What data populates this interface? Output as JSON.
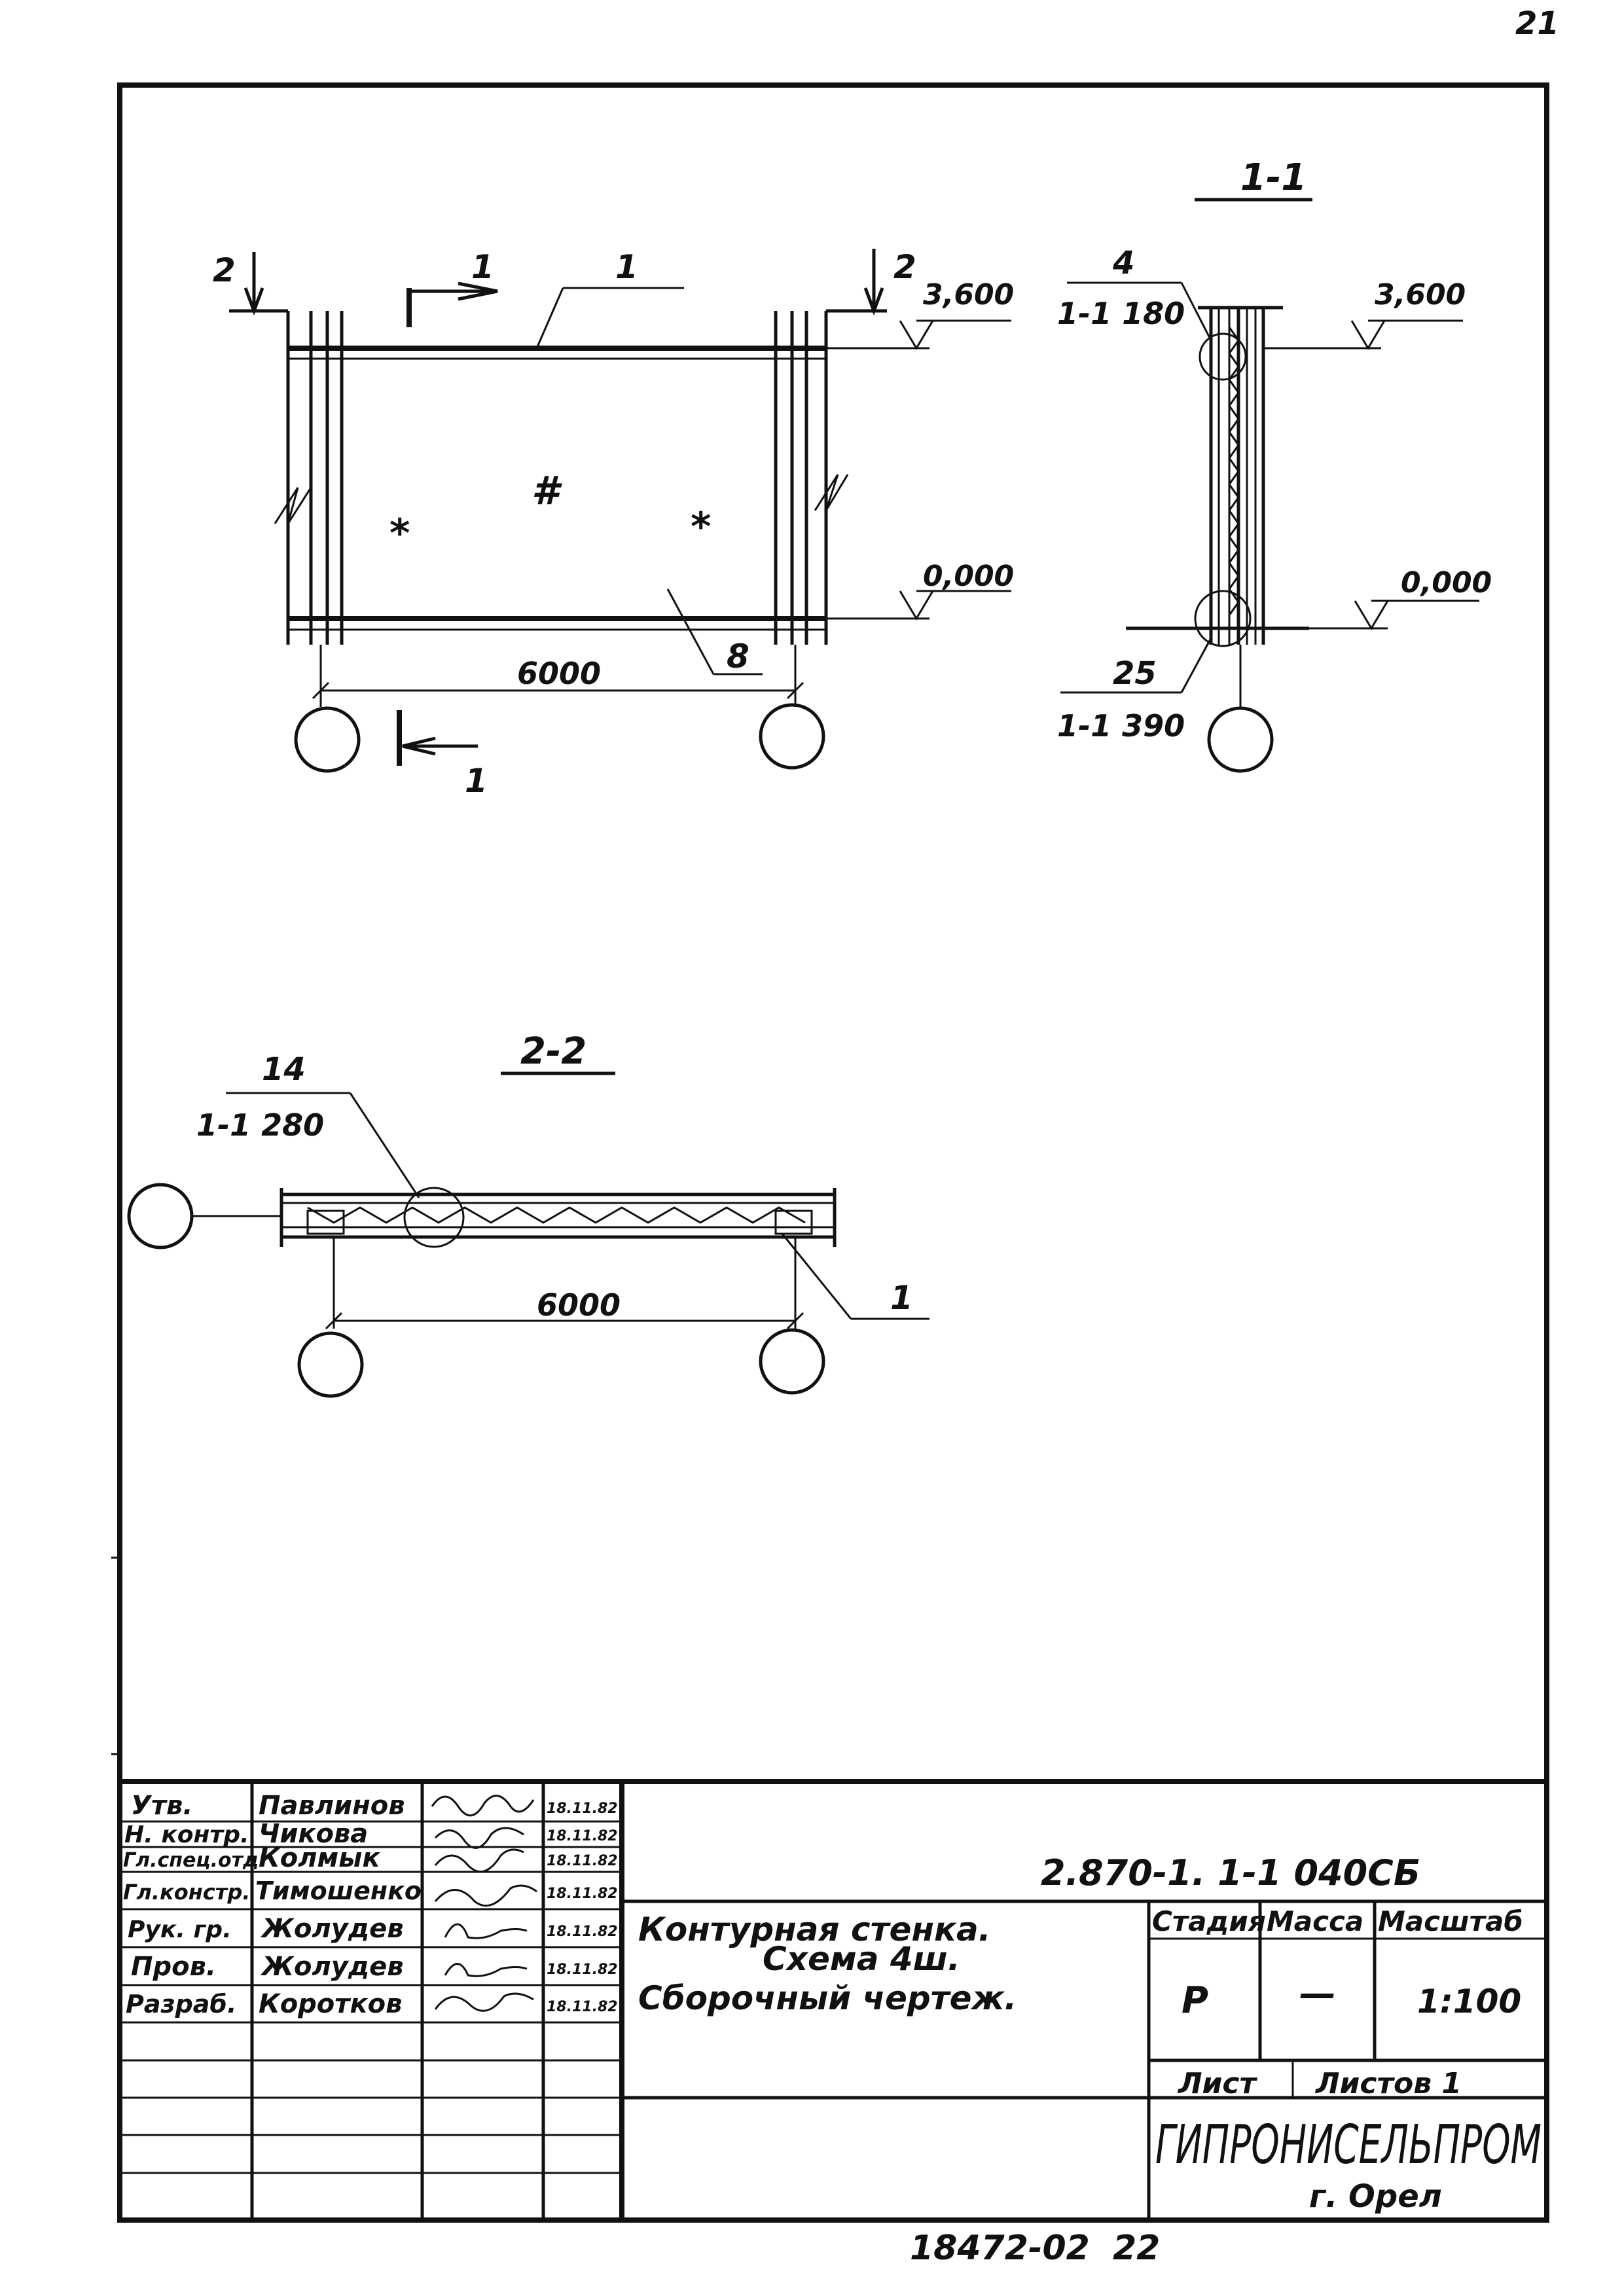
{
  "page_number": "21",
  "view_main": {
    "section_arrow_left": "2",
    "section_arrow_right": "2",
    "section_mark_top": "1",
    "section_mark_bottom": "1",
    "callout_1": "1",
    "callout_8": "8",
    "level_top": "3,600",
    "level_bottom": "0,000",
    "span": "6000"
  },
  "view_1_1": {
    "title": "1-1",
    "node_top_num": "4",
    "node_top_ref": "1-1  180",
    "node_bottom_num": "25",
    "node_bottom_ref": "1-1  390",
    "level_top": "3,600",
    "level_bottom": "0,000"
  },
  "view_2_2": {
    "title": "2-2",
    "node_num": "14",
    "node_ref": "1-1  280",
    "span": "6000",
    "callout": "1"
  },
  "title_block": {
    "roles": [
      {
        "role": "Утв.",
        "name": "Павлинов",
        "date": "18.11.82"
      },
      {
        "role": "Н. контр.",
        "name": "Чикова",
        "date": "18.11.82"
      },
      {
        "role": "Гл.спец.отд.",
        "name": "Колмык",
        "date": "18.11.82"
      },
      {
        "role": "Гл.констр.",
        "name": "Тимошенко",
        "date": "18.11.82"
      },
      {
        "role": "Рук. гр.",
        "name": "Жолудев",
        "date": "18.11.82"
      },
      {
        "role": "Пров.",
        "name": "Жолудев",
        "date": "18.11.82"
      },
      {
        "role": "Разраб.",
        "name": "Коротков",
        "date": "18.11.82"
      }
    ],
    "doc_code": "2.870-1. 1-1  040СБ",
    "name_line1": "Контурная    стенка.",
    "name_line2": "Схема 4ш.",
    "name_line3": "Сборочный    чертеж.",
    "stage_label": "Стадия",
    "mass_label": "Масса",
    "scale_label": "Масштаб",
    "stage": "Р",
    "mass": "—",
    "scale": "1:100",
    "sheet_label": "Лист",
    "sheets_label": "Листов  1",
    "org": "ГИПРОНИСЕЛЬПРОМ",
    "city": "г. Орел"
  },
  "footer": {
    "inventory": "18472-02",
    "sheet_no": "22"
  }
}
